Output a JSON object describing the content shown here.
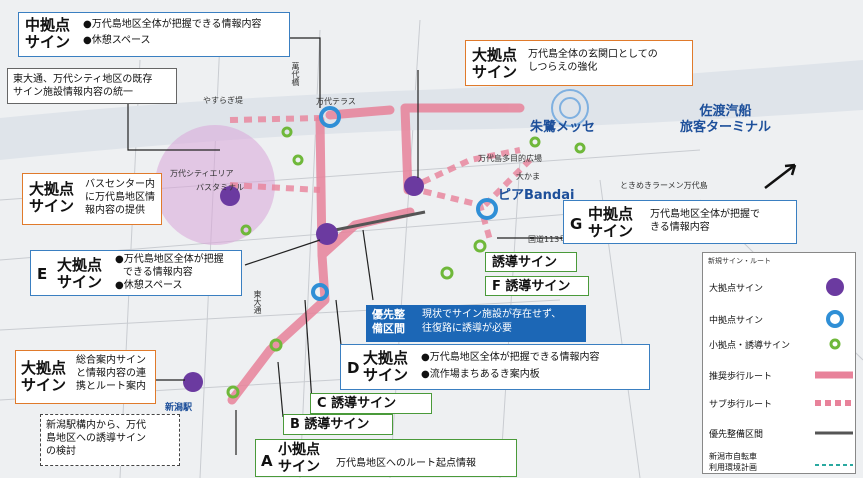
{
  "map_labels": {
    "kaido": "萬代橋",
    "yasuragi": "やすらぎ堤",
    "bandai_terrace": "万代テラス",
    "bandai_city_area": "万代シティエリア",
    "bus_terminal": "バスタミナル",
    "bandai_shimo_hall": "万代島多目的広場",
    "toki": "ときめきラーメン万代島",
    "ookama": "大かま",
    "niigata_station": "新潟駅",
    "kyoto": "東大通",
    "route_13": "国道113号",
    "shuran": "朱鷺メッセ",
    "sado": "佐渡汽船\n旅客ターミナル",
    "pia_bandai": "ピアBandai"
  },
  "callouts": {
    "top_left": {
      "big": "中拠点\nサイン",
      "items": [
        "●万代島地区全体が把握できる情報内容",
        "●休憩スペース"
      ]
    },
    "east_ave": {
      "text": "東大通、万代シティ地区の既存\nサイン施設情報内容の統一"
    },
    "bus_center": {
      "big": "大拠点\nサイン",
      "text": "バスセンター内\nに万代島地区情\n報内容の提供"
    },
    "top_center": {
      "big": "大拠点\nサイン",
      "text": "万代島全体の玄関口としての\nしつらえの強化"
    },
    "g": {
      "letter": "G",
      "big": "中拠点\nサイン",
      "text": "万代島地区全体が把握で\nきる情報内容"
    },
    "e": {
      "letter": "E",
      "big": "大拠点\nサイン",
      "items": [
        "●万代島地区全体が把握",
        "できる情報内容",
        "●休憩スペース"
      ]
    },
    "yudo1": {
      "text": "誘導サイン"
    },
    "f": {
      "text": "F 誘導サイン"
    },
    "priority": {
      "big": "優先整\n備区間",
      "text": "現状でサイン施設が存在せず、\n往復路に誘導が必要"
    },
    "d": {
      "letter": "D",
      "big": "大拠点\nサイン",
      "items": [
        "●万代島地区全体が把握できる情報内容",
        "●流作場まちあるき案内板"
      ]
    },
    "station": {
      "big": "大拠点\nサイン",
      "text": "総合案内サイン\nと情報内容の連\n携とルート案内"
    },
    "c": {
      "text": "C 誘導サイン"
    },
    "b": {
      "text": "B 誘導サイン"
    },
    "station_note": {
      "text": "新潟駅構内から、万代\n島地区への誘導サイン\nの検討"
    },
    "a": {
      "letter": "A",
      "big": "小拠点\nサイン",
      "text": "万代島地区へのルート起点情報"
    }
  },
  "legend": {
    "title": "新規サイン・ルート",
    "items": [
      {
        "label": "大拠点サイン",
        "symbol": "purple-sunburst"
      },
      {
        "label": "中拠点サイン",
        "symbol": "blue-ring"
      },
      {
        "label": "小拠点・誘導サイン",
        "symbol": "green-ring"
      },
      {
        "label": "推奨歩行ルート",
        "symbol": "pink-solid-arrow"
      },
      {
        "label": "サブ歩行ルート",
        "symbol": "pink-dashed-arrow"
      },
      {
        "label": "優先整備区間",
        "symbol": "gray-double-arrow"
      },
      {
        "label": "新潟市自転車\n利用環境計画",
        "symbol": "teal-dashed-arrow"
      }
    ]
  },
  "colors": {
    "recommended_route": "#e8829a",
    "sub_route": "#e8829a",
    "big_sign": "#6b3aa0",
    "mid_sign": "#2f8fd6",
    "small_sign": "#6fb83a",
    "priority": "#1c67b6",
    "bus_area": "#d8a6d8"
  }
}
